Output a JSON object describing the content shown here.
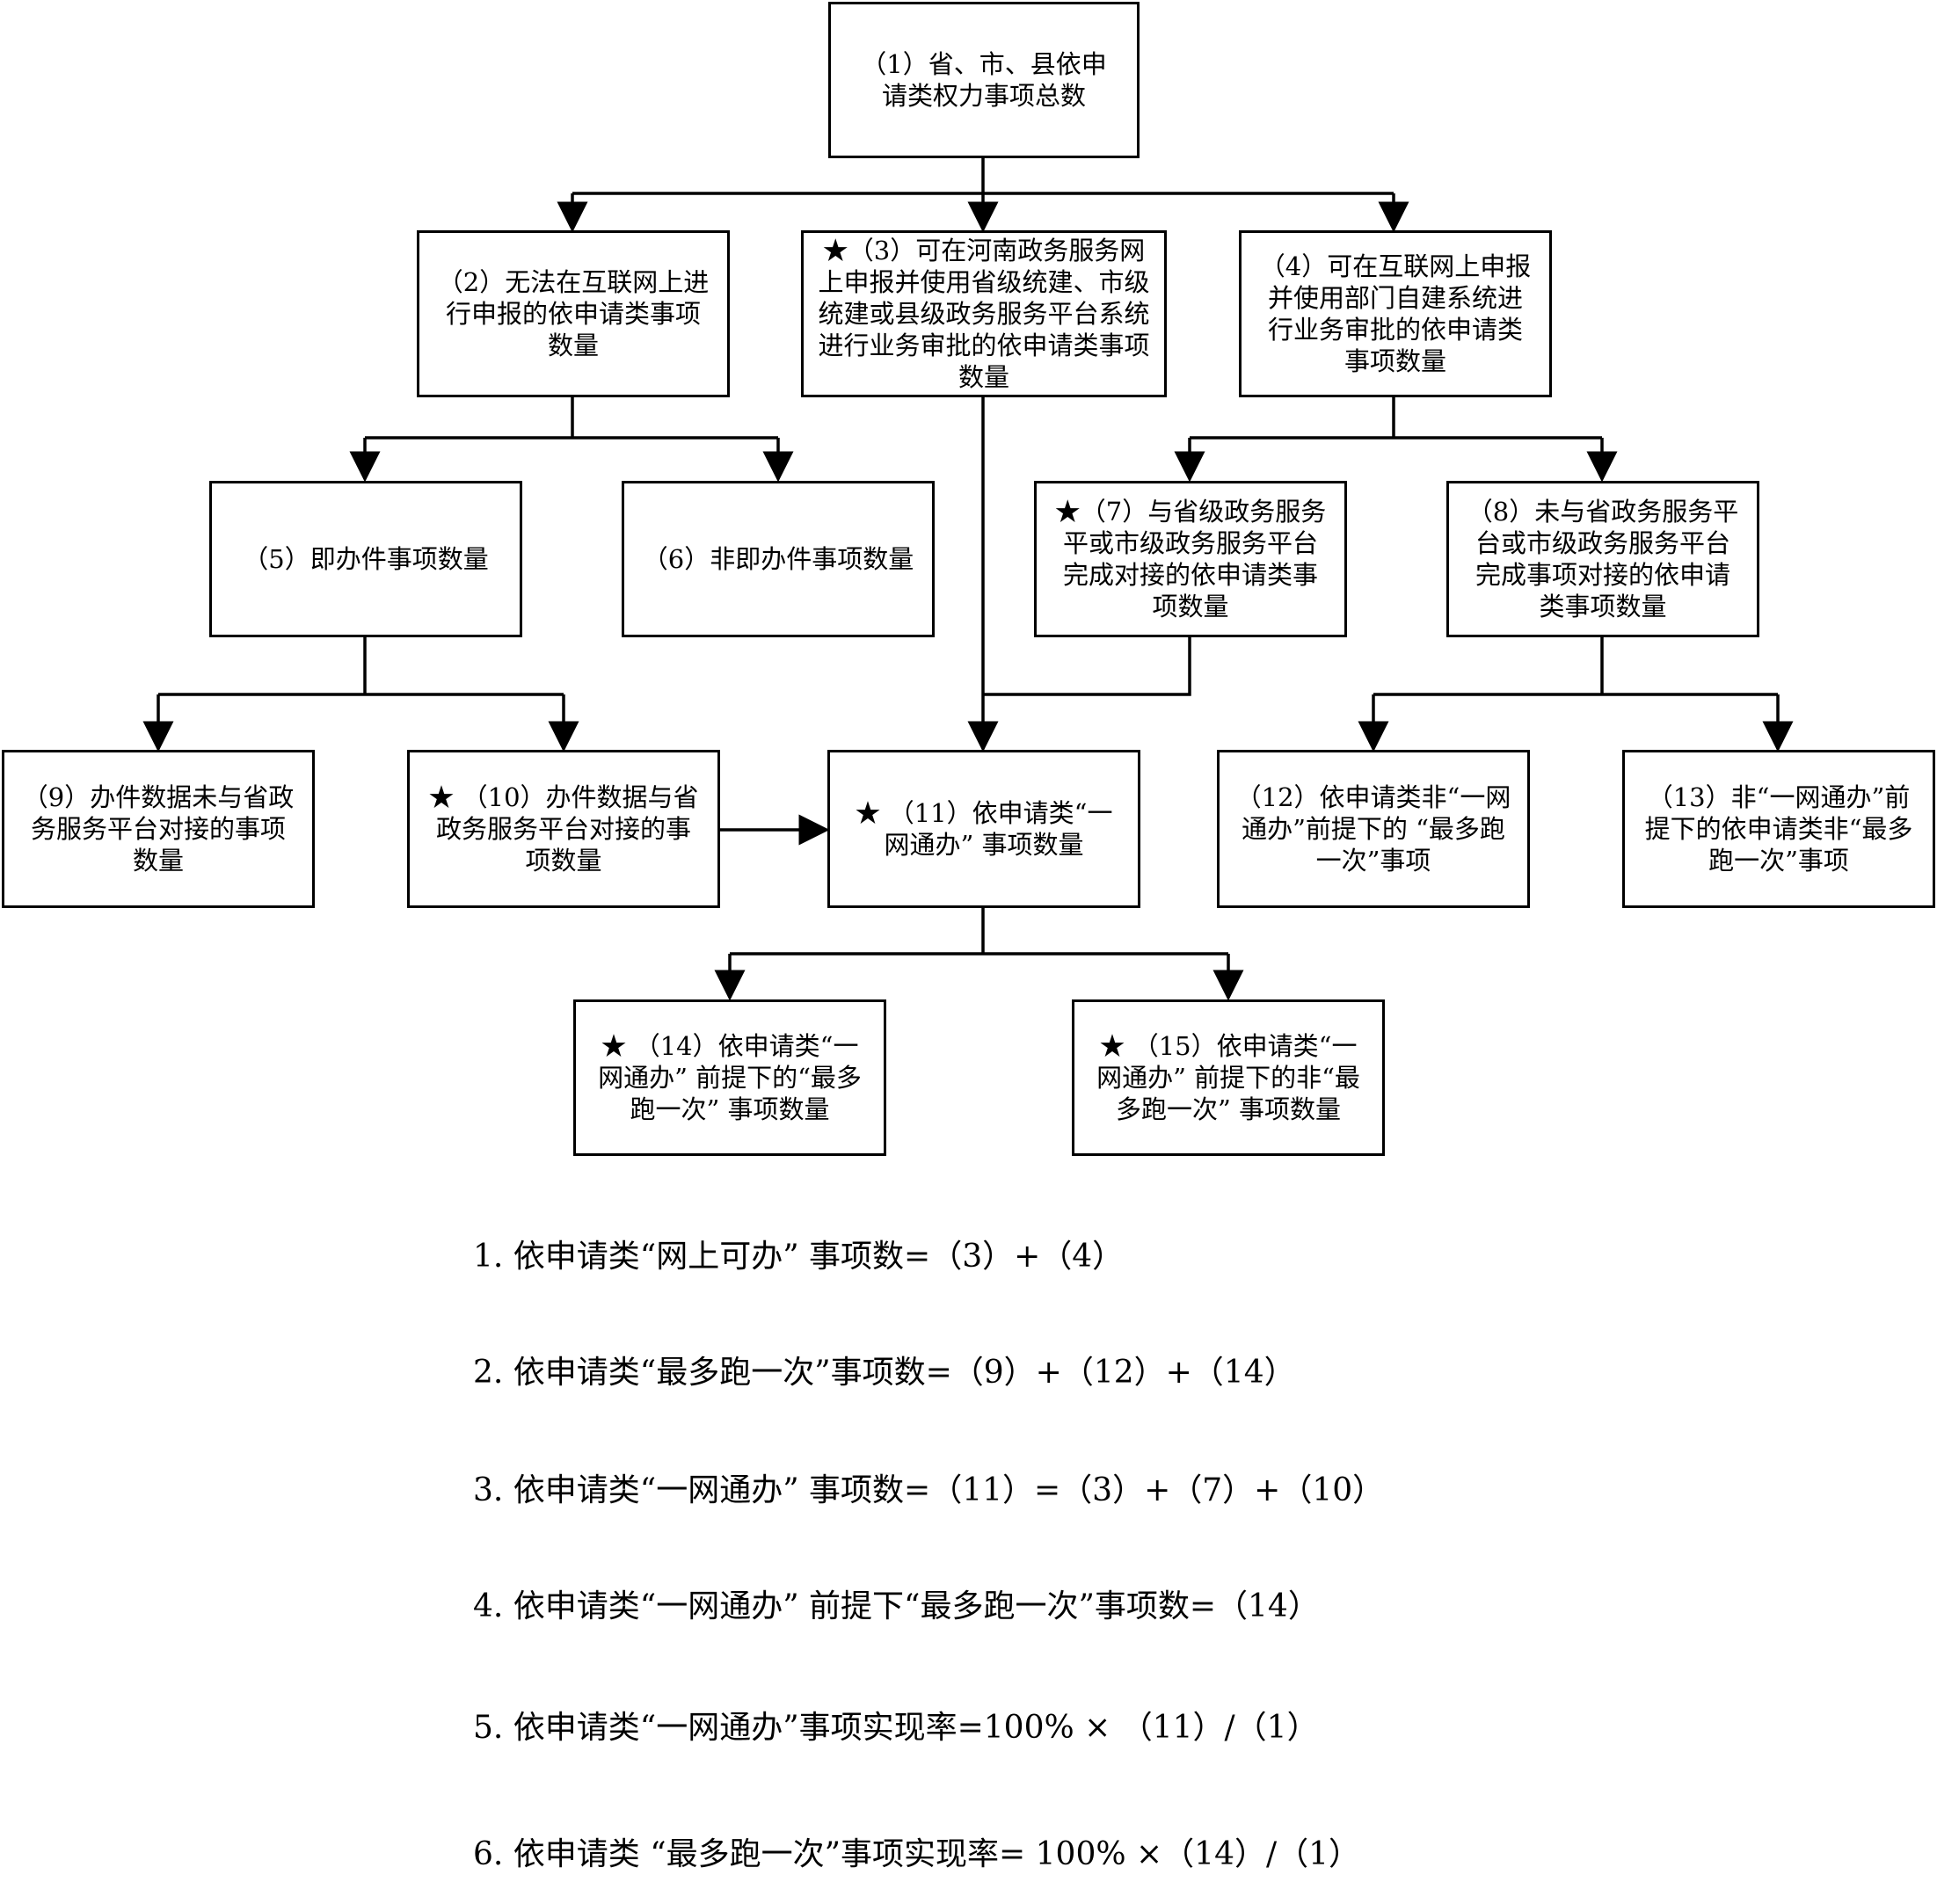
{
  "nodes": {
    "n1": "（1）省、市、县依申请类权力事项总数",
    "n2": "（2）无法在互联网上进行申报的依申请类事项数量",
    "n3": "★（3）可在河南政务服务网上申报并使用省级统建、市级统建或县级政务服务平台系统进行业务审批的依申请类事项数量",
    "n4": "（4）可在互联网上申报并使用部门自建系统进行业务审批的依申请类事项数量",
    "n5": "（5）即办件事项数量",
    "n6": "（6）非即办件事项数量",
    "n7": "★（7）与省级政务服务平或市级政务服务平台完成对接的依申请类事项数量",
    "n8": "（8）未与省政务服务平台或市级政务服务平台完成事项对接的依申请类事项数量",
    "n9": "（9）办件数据未与省政务服务平台对接的事项数量",
    "n10": "★ （10）办件数据与省政务服务平台对接的事项数量",
    "n11": "★ （11）依申请类“一网通办” 事项数量",
    "n12": "（12）依申请类非“一网通办”前提下的 “最多跑一次”事项",
    "n13": "（13）非“一网通办”前提下的依申请类非“最多跑一次”事项",
    "n14": "★ （14）依申请类“一网通办” 前提下的“最多跑一次” 事项数量",
    "n15": "★ （15）依申请类“一网通办” 前提下的非“最多跑一次” 事项数量"
  },
  "formulas": [
    "1. 依申请类“网上可办” 事项数=（3）+（4）",
    "2. 依申请类“最多跑一次”事项数=（9）+（12）+（14）",
    "3. 依申请类“一网通办” 事项数=（11）=（3）+（7）+（10）",
    "4. 依申请类“一网通办” 前提下“最多跑一次”事项数=（14）",
    "5. 依申请类“一网通办”事项实现率=100% × （11）/（1）",
    "6. 依申请类 “最多跑一次”事项实现率= 100% ×（14）/（1）"
  ]
}
